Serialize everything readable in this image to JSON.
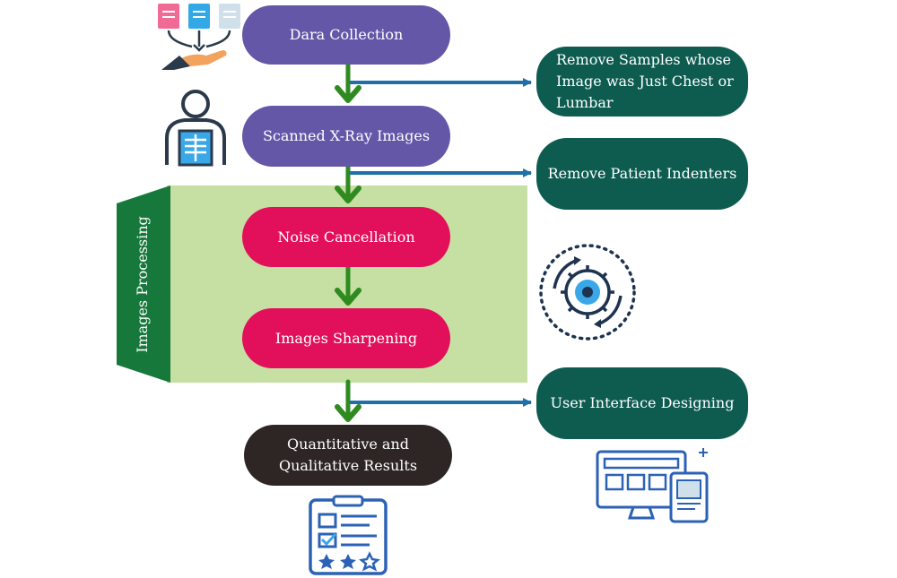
{
  "steps": {
    "data_collection": "Dara Collection",
    "scanned_xray": "Scanned X-Ray Images",
    "noise_cancellation": "Noise Cancellation",
    "images_sharpening": "Images Sharpening",
    "results": "Quantitative and Qualitative Results"
  },
  "side_notes": {
    "remove_samples": "Remove Samples whose Image was Just Chest or Lumbar",
    "remove_identifiers": "Remove Patient Indenters",
    "ui_designing": "User Interface Designing"
  },
  "group_label": "Images Processing",
  "colors": {
    "step_purple": "#6457a8",
    "step_pink": "#e2105a",
    "step_dark": "#2e2624",
    "note_teal": "#0e5c50",
    "group_fill": "#c6e0a3",
    "group_tab": "#16783a",
    "flow_arrow": "#2f8a1f",
    "branch_arrow": "#1f6fa8"
  },
  "icons": [
    "documents-hand-icon",
    "xray-person-icon",
    "gear-process-icon",
    "report-clipboard-icon",
    "devices-icon"
  ]
}
